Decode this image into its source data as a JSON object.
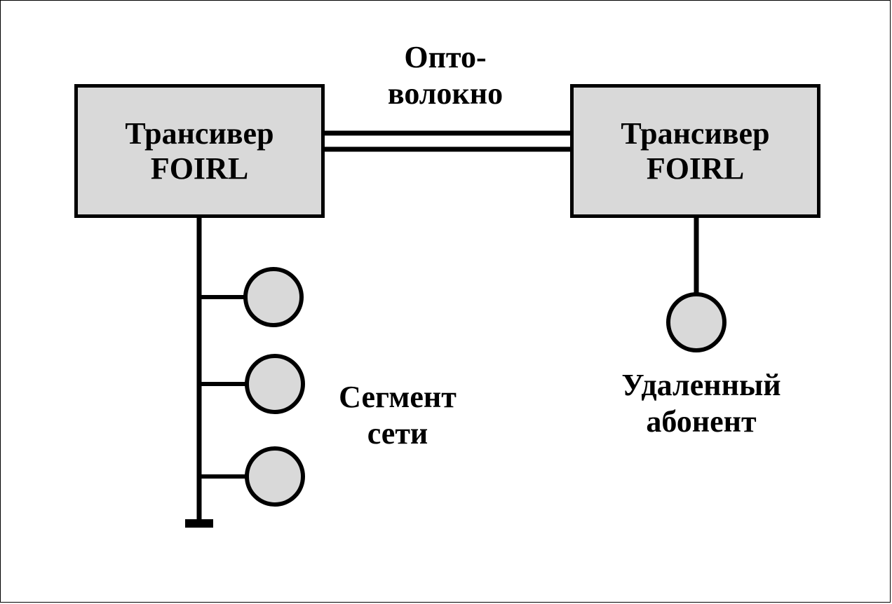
{
  "left_transceiver": {
    "line1": "Трансивер",
    "line2": "FOIRL"
  },
  "right_transceiver": {
    "line1": "Трансивер",
    "line2": "FOIRL"
  },
  "fiber_label": {
    "line1": "Опто-",
    "line2": "волокно"
  },
  "segment_label": {
    "line1": "Сегмент",
    "line2": "сети"
  },
  "remote_label": {
    "line1": "Удаленный",
    "line2": "абонент"
  },
  "colors": {
    "box_fill": "#d9d9d9",
    "node_fill": "#d9d9d9",
    "stroke": "#000000"
  }
}
